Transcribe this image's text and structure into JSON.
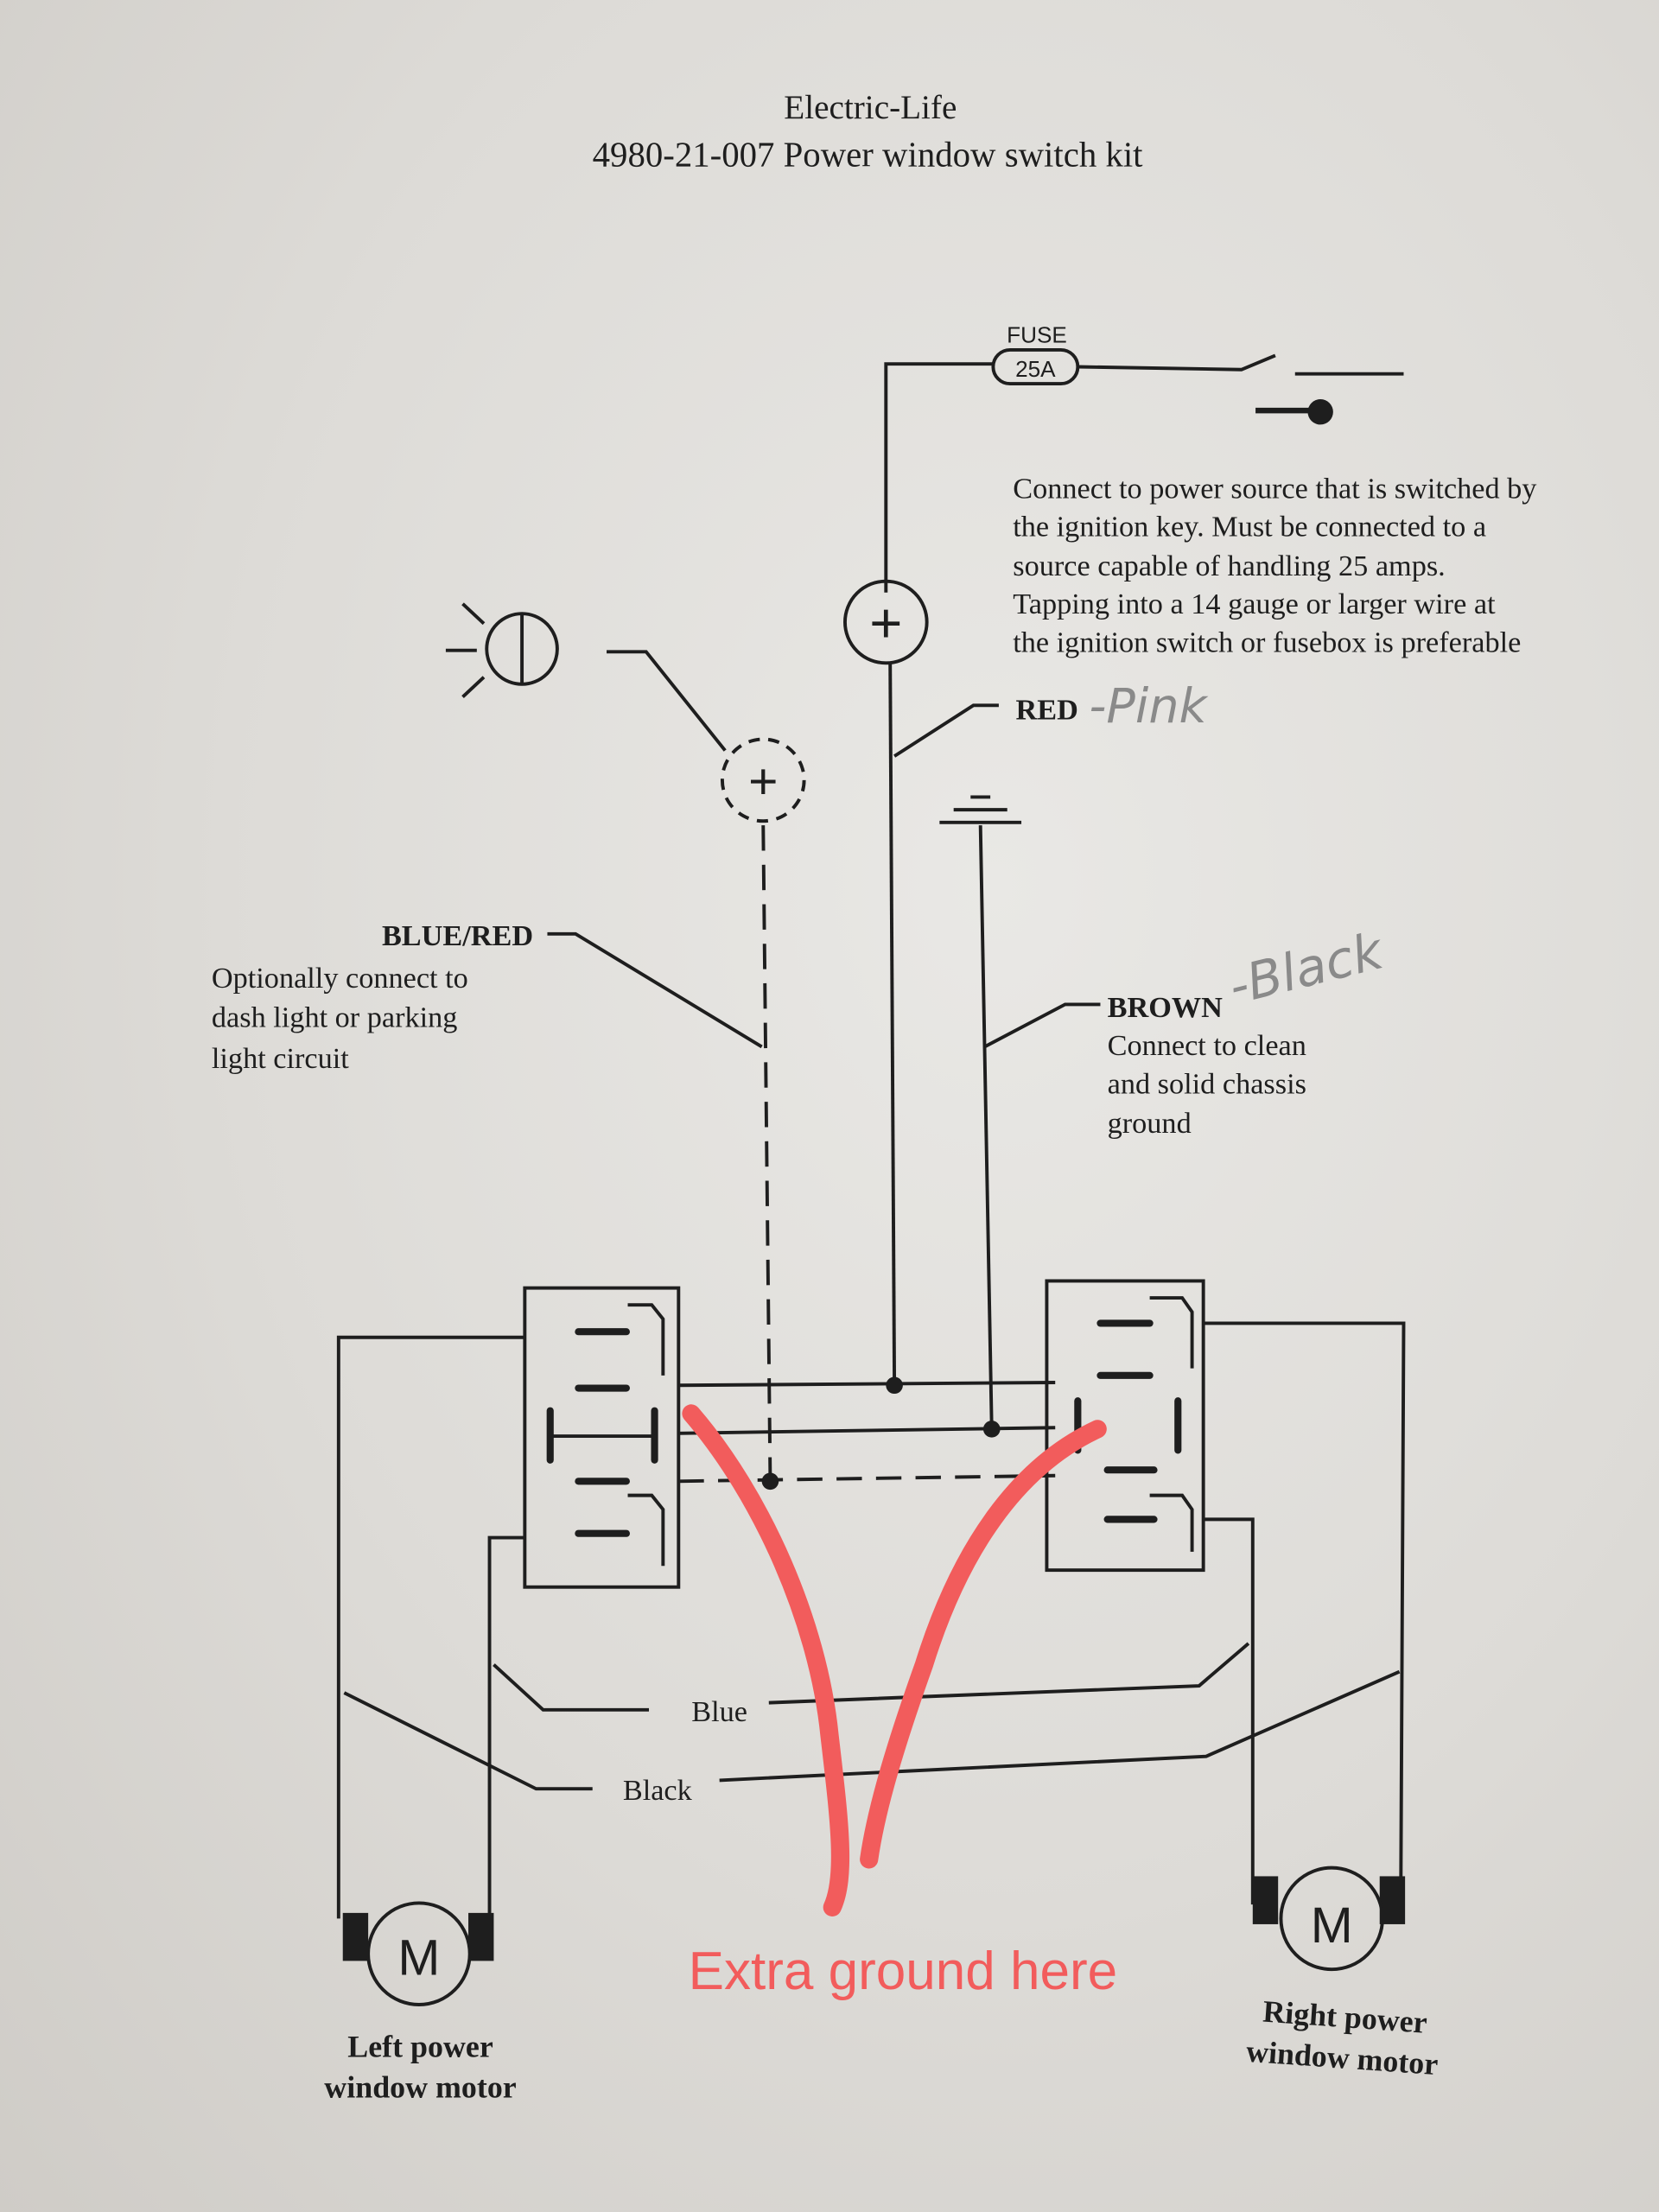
{
  "header": {
    "brand": "Electric-Life",
    "title": "4980-21-007  Power window switch kit"
  },
  "fuse": {
    "label": "FUSE",
    "rating": "25A"
  },
  "power_note": [
    "Connect to power source that is switched by",
    "the ignition key.  Must be connected to a",
    "source capable of handling 25 amps.",
    "Tapping into a 14 gauge or larger wire at",
    "the ignition switch or fusebox is preferable"
  ],
  "red_wire": {
    "label": "RED",
    "handwritten": "-Pink"
  },
  "blue_red_wire": {
    "label": "BLUE/RED",
    "note": [
      "Optionally connect to",
      "dash light or parking",
      "light circuit"
    ]
  },
  "brown_wire": {
    "label": "BROWN",
    "handwritten": "-Black",
    "note": [
      "Connect to clean",
      "and solid chassis",
      "ground"
    ]
  },
  "motor_wires": {
    "blue": "Blue",
    "black": "Black"
  },
  "motors": {
    "left": [
      "Left power",
      "window motor"
    ],
    "right": [
      "Right power",
      "window motor"
    ],
    "symbol": "M"
  },
  "annotation": {
    "text": "Extra ground here",
    "color": "#f25c5c"
  },
  "symbols": {
    "plus": "+"
  }
}
